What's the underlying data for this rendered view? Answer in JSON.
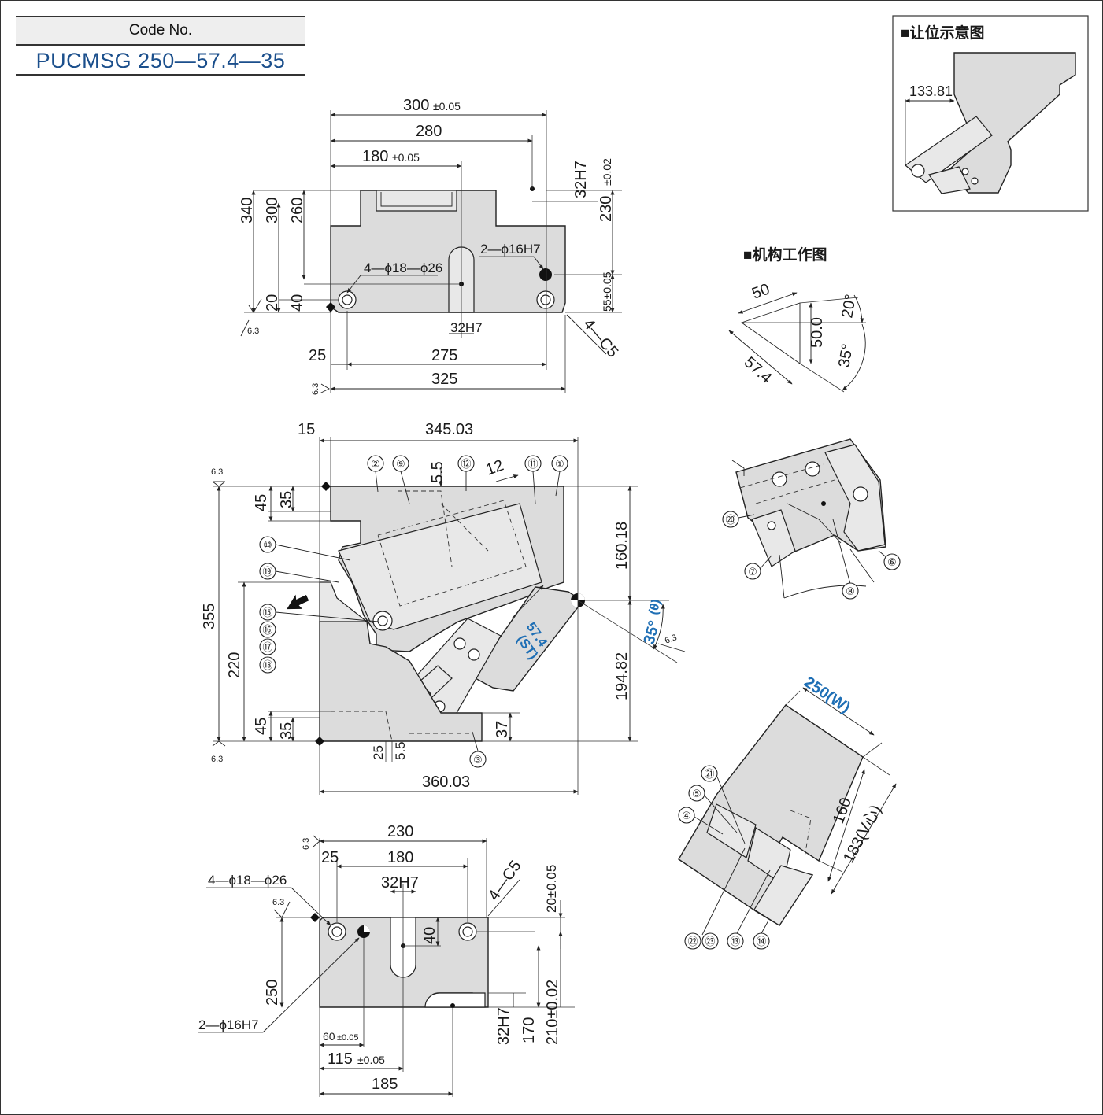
{
  "code": {
    "label": "Code No.",
    "value": "PUCMSG 250—57.4—35"
  },
  "inset": {
    "title": "■让位示意图",
    "dim": "133.81"
  },
  "mechanism": {
    "title": "■机构工作图",
    "d50": "50",
    "d574": "57.4",
    "d500": "50.0",
    "a20": "20°",
    "a35": "35°"
  },
  "top_view": {
    "d300": "300",
    "tol300": "±0.05",
    "d280": "280",
    "d180": "180",
    "tol180": "±0.05",
    "d32h7": "32H7",
    "d230": "230",
    "tol230": "±0.02",
    "d340": "340",
    "d300v": "300",
    "d260": "260",
    "d40": "40",
    "d20": "20",
    "hole4": "4—ϕ18—ϕ26",
    "hole2": "2—ϕ16H7",
    "d32h7b": "32H7",
    "d55": "55±0.05",
    "c5": "4—C5",
    "d25": "25",
    "d275": "275",
    "d325": "325",
    "r63a": "6.3",
    "r63b": "6.3"
  },
  "front_view": {
    "d15": "15",
    "d34503": "345.03",
    "d55a": "5.5",
    "d12": "12",
    "d45": "45",
    "d35": "35",
    "d355": "355",
    "d220": "220",
    "d45b": "45",
    "d35b": "35",
    "d25": "25",
    "d55b": "5.5",
    "d37": "37",
    "d36003": "360.03",
    "d16018": "160.18",
    "d19482": "194.82",
    "ang": "35°",
    "theta": "(θ)",
    "st": "57.4",
    "stl": "(ST)",
    "r63a": "6.3",
    "r63b": "6.3",
    "r63c": "6.3"
  },
  "balloons": {
    "b1": "①",
    "b2": "②",
    "b3": "③",
    "b4": "④",
    "b5": "⑤",
    "b6": "⑥",
    "b7": "⑦",
    "b8": "⑧",
    "b9": "⑨",
    "b10": "⑩",
    "b11": "⑪",
    "b12": "⑫",
    "b13": "⑬",
    "b14": "⑭",
    "b15": "⑮",
    "b16": "⑯",
    "b17": "⑰",
    "b18": "⑱",
    "b19": "⑲",
    "b20": "⑳",
    "b21": "㉑",
    "b22": "㉒",
    "b23": "㉓"
  },
  "width_view": {
    "d250w": "250(W)",
    "d160": "160",
    "d183": "183(V心)"
  },
  "bottom_view": {
    "d230": "230",
    "d25": "25",
    "d180": "180",
    "d32h7": "32H7",
    "c5": "4—C5",
    "d20": "20±0.05",
    "hole4": "4—ϕ18—ϕ26",
    "d40": "40",
    "d250": "250",
    "hole2": "2—ϕ16H7",
    "d60": "60",
    "tol60": "±0.05",
    "d115": "115",
    "tol115": "±0.05",
    "d185": "185",
    "d32h7v": "32H7",
    "d170": "170",
    "d210": "210±0.02",
    "r63a": "6.3",
    "r63b": "6.3"
  }
}
